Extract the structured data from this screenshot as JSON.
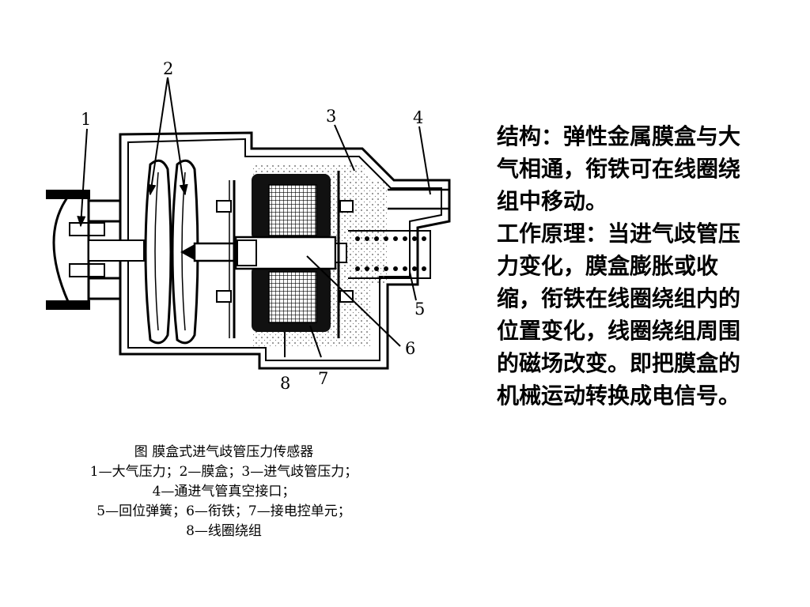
{
  "diagram": {
    "labels": [
      "1",
      "2",
      "3",
      "4",
      "5",
      "6",
      "7",
      "8"
    ]
  },
  "caption": {
    "title": "图  膜盒式进气歧管压力传感器",
    "lines": [
      "1—大气压力；2—膜盒；3—进气歧管压力；",
      "4—通进气管真空接口；",
      "5—回位弹簧；6—衔铁；7—接电控单元；",
      "8—线圈绕组"
    ]
  },
  "description": {
    "structure": "结构：弹性金属膜盒与大气相通，衔铁可在线圈绕组中移动。",
    "principle": "工作原理：当进气歧管压力变化，膜盒膨胀或收缩，衔铁在线圈绕组内的位置变化，线圈绕组周围的磁场改变。即把膜盒的机械运动转换成电信号。"
  }
}
